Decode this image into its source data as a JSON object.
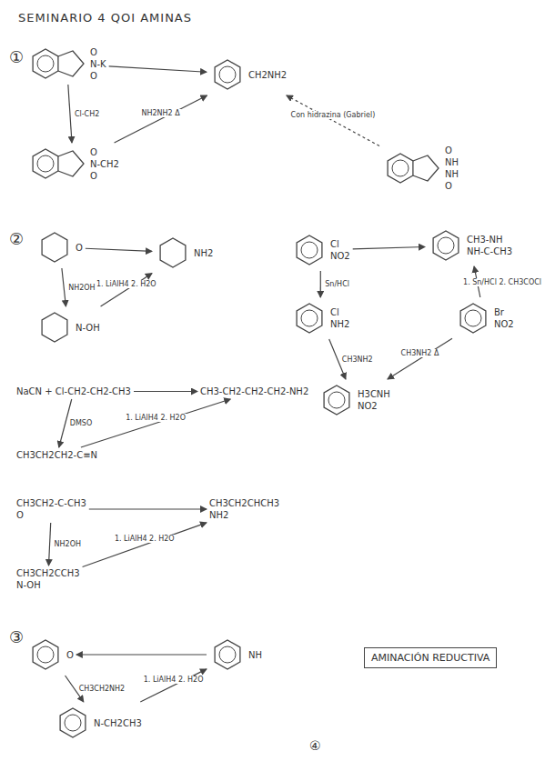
{
  "diagram": {
    "title": "SEMINARIO 4 QOI AMINAS",
    "nodes": [
      {
        "text": [
          "O",
          "N-K",
          "O"
        ]
      },
      {
        "text": [
          "CH2NH2"
        ]
      },
      {
        "text": [
          "O",
          "N-CH2",
          "O"
        ]
      },
      {
        "text": [
          "O",
          "NH",
          "NH",
          "O"
        ]
      },
      {
        "text": [
          "O"
        ]
      },
      {
        "text": [
          "NH2"
        ]
      },
      {
        "text": [
          "N-OH"
        ]
      },
      {
        "text": [
          "NaCN + Cl-CH2-CH2-CH3"
        ]
      },
      {
        "text": [
          "CH3-CH2-CH2-CH2-NH2"
        ]
      },
      {
        "text": [
          "CH3CH2CH2-C≡N"
        ]
      },
      {
        "text": [
          "Cl",
          "NO2"
        ]
      },
      {
        "text": [
          "CH3-NH",
          "NH-C-CH3"
        ]
      },
      {
        "text": [
          "Cl",
          "NH2"
        ]
      },
      {
        "text": [
          "H3CNH",
          "NO2"
        ]
      },
      {
        "text": [
          "Br",
          "NO2"
        ]
      },
      {
        "text": [
          "CH3CH2-C-CH3",
          "O"
        ]
      },
      {
        "text": [
          "CH3CH2CHCH3",
          "NH2"
        ]
      },
      {
        "text": [
          "CH3CH2CCH3",
          "N-OH"
        ]
      },
      {
        "text": [
          "O"
        ]
      },
      {
        "text": [
          "NH"
        ]
      },
      {
        "text": [
          "N-CH2CH3"
        ]
      },
      {
        "text": [
          "AMINACIÓN REDUCTIVA"
        ]
      }
    ],
    "edges": [
      {
        "from": 0,
        "to": 1,
        "arrow": "to"
      },
      {
        "from": 0,
        "to": 2,
        "label": "Cl-CH2",
        "arrow": "to"
      },
      {
        "from": 2,
        "to": 1,
        "label": "NH2NH2 Δ",
        "arrow": "to"
      },
      {
        "from": 3,
        "to": 1,
        "label": "Con hidrazina (Gabriel)",
        "arrow": "to"
      },
      {
        "from": 4,
        "to": 5,
        "arrow": "to"
      },
      {
        "from": 4,
        "to": 6,
        "label": "NH2OH",
        "arrow": "to"
      },
      {
        "from": 6,
        "to": 5,
        "label": "1. LiAlH4 2. H2O",
        "arrow": "to"
      },
      {
        "from": 7,
        "to": 8,
        "arrow": "to"
      },
      {
        "from": 7,
        "to": 9,
        "label": "DMSO",
        "arrow": "to"
      },
      {
        "from": 9,
        "to": 8,
        "label": "1. LiAlH4 2. H2O",
        "arrow": "to"
      },
      {
        "from": 10,
        "to": 11,
        "arrow": "to"
      },
      {
        "from": 10,
        "to": 12,
        "label": "Sn/HCl",
        "arrow": "to"
      },
      {
        "from": 12,
        "to": 13,
        "label": "CH3NH2",
        "arrow": "to"
      },
      {
        "from": 14,
        "to": 13,
        "label": "CH3NH2 Δ",
        "arrow": "to"
      },
      {
        "from": 14,
        "to": 11,
        "label": "1. Sn/HCl 2. CH3COCl",
        "arrow": "to"
      },
      {
        "from": 15,
        "to": 16,
        "arrow": "to"
      },
      {
        "from": 15,
        "to": 17,
        "label": "NH2OH",
        "arrow": "to"
      },
      {
        "from": 17,
        "to": 16,
        "label": "1. LiAlH4 2. H2O",
        "arrow": "to"
      },
      {
        "from": 19,
        "to": 18,
        "arrow": "to"
      },
      {
        "from": 18,
        "to": 20,
        "label": "CH3CH2NH2",
        "arrow": "to"
      },
      {
        "from": 20,
        "to": 19,
        "label": "1. LiAlH4 2. H2O",
        "arrow": "to"
      }
    ],
    "labels": [
      "①",
      "②",
      "③",
      "④"
    ]
  }
}
